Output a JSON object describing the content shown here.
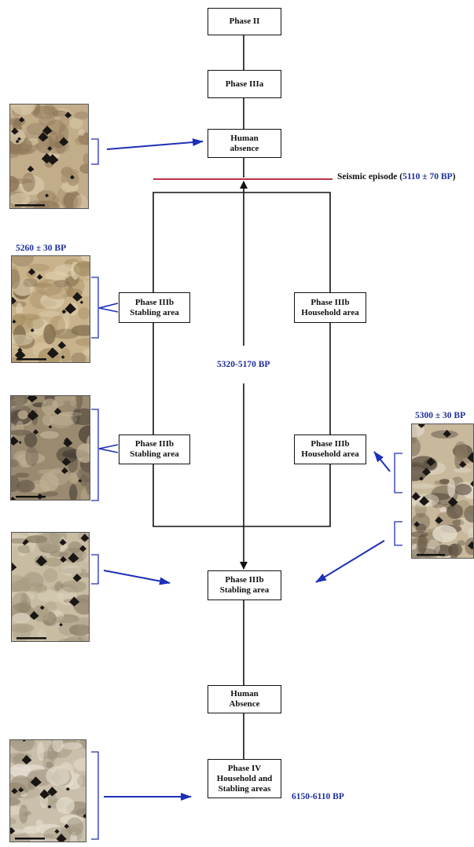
{
  "boxes": {
    "phase2": {
      "line1": "Phase II"
    },
    "phase3a": {
      "line1": "Phase IIIa"
    },
    "absence1": {
      "line1": "Human",
      "line2": "absence"
    },
    "stabling_left_1": {
      "line1": "Phase IIIb",
      "line2": "Stabling area"
    },
    "household_right_1": {
      "line1": "Phase IIIb",
      "line2": "Household area"
    },
    "stabling_left_2": {
      "line1": "Phase IIIb",
      "line2": "Stabling area"
    },
    "household_right_2": {
      "line1": "Phase IIIb",
      "line2": "Household area"
    },
    "stabling_center": {
      "line1": "Phase IIIb",
      "line2": "Stabling area"
    },
    "absence2": {
      "line1": "Human",
      "line2": "Absence"
    },
    "phase4": {
      "line1": "Phase IV",
      "line2": "Household and",
      "line3": "Stabling areas"
    }
  },
  "labels": {
    "seismic_prefix": "Seismic episode (",
    "seismic_date": "5110 ± 70 BP",
    "seismic_suffix": ")",
    "date_left": "5260 ± 30 BP",
    "date_right": "5300 ± 30 BP",
    "date_center": "5320-5170 BP",
    "date_phase4": "6150-6110 BP"
  },
  "colors": {
    "arrow_blue": "#1e2fb8",
    "date_blue": "#1e2f9c",
    "seismic_red": "#c0304a",
    "line_black": "#111111"
  }
}
